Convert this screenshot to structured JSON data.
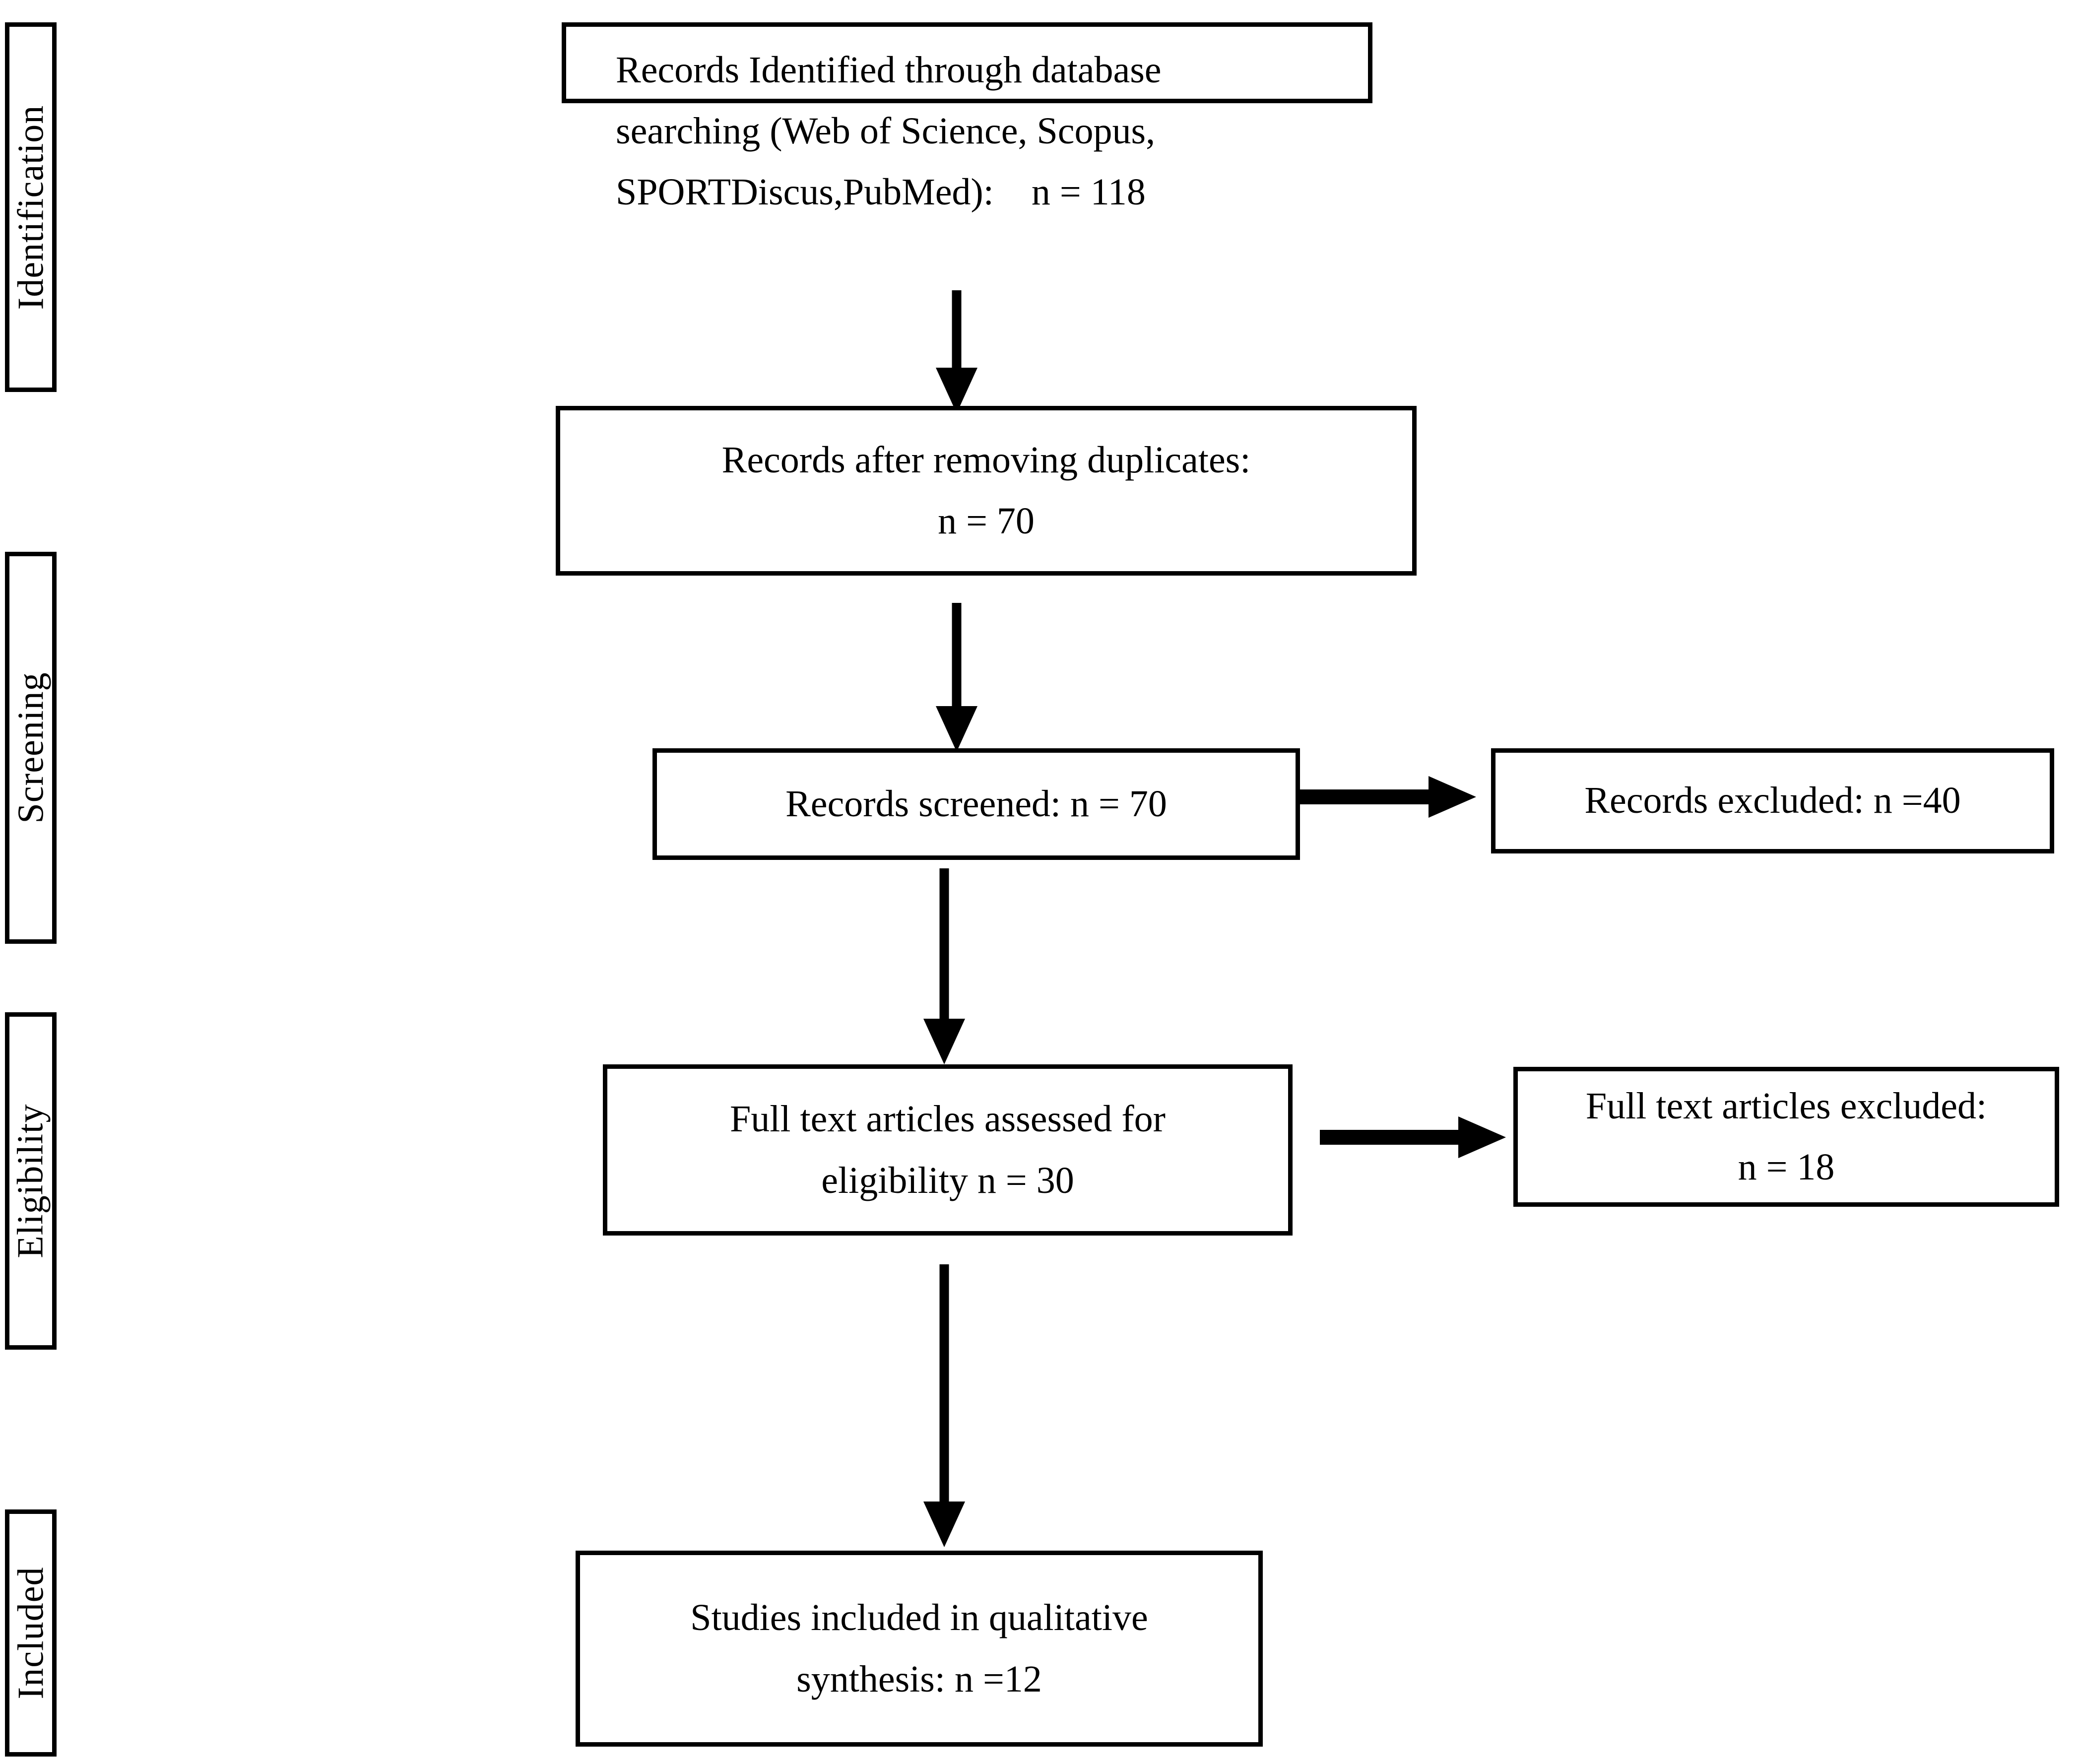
{
  "diagram": {
    "type": "prisma-flow-diagram",
    "stages": [
      {
        "id": "identification",
        "label": "Identification"
      },
      {
        "id": "screening",
        "label": "Screening"
      },
      {
        "id": "eligibility",
        "label": "Eligibility"
      },
      {
        "id": "included",
        "label": "Included"
      }
    ],
    "nodes": {
      "records_identified": {
        "lines": [
          "Records Identified through database",
          "searching (Web of Science, Scopus,",
          "SPORTDiscus,PubMed):    n = 118"
        ],
        "count": 118
      },
      "records_after_duplicates": {
        "lines": [
          "Records after removing duplicates:",
          "n = 70"
        ],
        "count": 70
      },
      "records_screened": {
        "lines": [
          "Records screened: n = 70"
        ],
        "count": 70
      },
      "records_excluded": {
        "lines": [
          "Records excluded: n =40"
        ],
        "count": 40
      },
      "fulltext_assessed": {
        "lines": [
          "Full text articles assessed for",
          "eligibility n = 30"
        ],
        "count": 30
      },
      "fulltext_excluded": {
        "lines": [
          "Full text articles excluded:",
          "n = 18"
        ],
        "count": 18
      },
      "studies_included": {
        "lines": [
          "Studies included in qualitative",
          "synthesis: n =12"
        ],
        "count": 12
      }
    },
    "edges": [
      {
        "id": "identified-to-duplicates",
        "from": "records_identified",
        "to": "records_after_duplicates",
        "direction": "down"
      },
      {
        "id": "duplicates-to-screened",
        "from": "records_after_duplicates",
        "to": "records_screened",
        "direction": "down"
      },
      {
        "id": "screened-to-excluded",
        "from": "records_screened",
        "to": "records_excluded",
        "direction": "right"
      },
      {
        "id": "screened-to-fulltext",
        "from": "records_screened",
        "to": "fulltext_assessed",
        "direction": "down"
      },
      {
        "id": "fulltext-to-excluded",
        "from": "fulltext_assessed",
        "to": "fulltext_excluded",
        "direction": "right"
      },
      {
        "id": "fulltext-to-included",
        "from": "fulltext_assessed",
        "to": "studies_included",
        "direction": "down"
      }
    ],
    "colors": {
      "stroke": "#000000",
      "fill": "#ffffff",
      "text": "#000000"
    }
  }
}
